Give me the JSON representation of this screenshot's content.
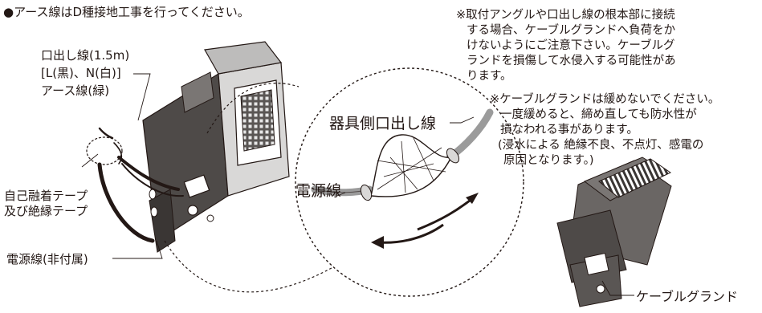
{
  "header": {
    "earth_instruction": "●アース線はD種接地工事を行ってください。"
  },
  "labels": {
    "lead_wire": "口出し線(1.5m)",
    "lead_colors": "[L(黒)、N(白)]",
    "earth_wire": "アース線(緑)",
    "tape_line1": "自己融着テープ",
    "tape_line2": "及び絶縁テープ",
    "power_cable": "電源線(非付属)",
    "device_lead": "器具側口出し線",
    "power_line": "電源線",
    "cable_gland": "ケーブルグランド"
  },
  "notes": {
    "note1": [
      "※取付アングルや口出し線の根本部に接続",
      "する場合、ケーブルグランドへ負荷をか",
      "けないようにご注意下さい。ケーブルグ",
      "ランドを損傷して水侵入する可能性があ",
      "ります。"
    ],
    "note2": [
      "※ケーブルグランドは緩めないでください。",
      "一度緩めると、締め直しても防水性が",
      "損なわれる事があります。",
      "(浸水による 絶縁不良、不点灯、感電の",
      "原因となります。)"
    ]
  },
  "colors": {
    "ink": "#231815",
    "fixture_body": "#5a5654",
    "fixture_light": "#d9d8d7",
    "wire_gray": "#9b9b9b"
  }
}
